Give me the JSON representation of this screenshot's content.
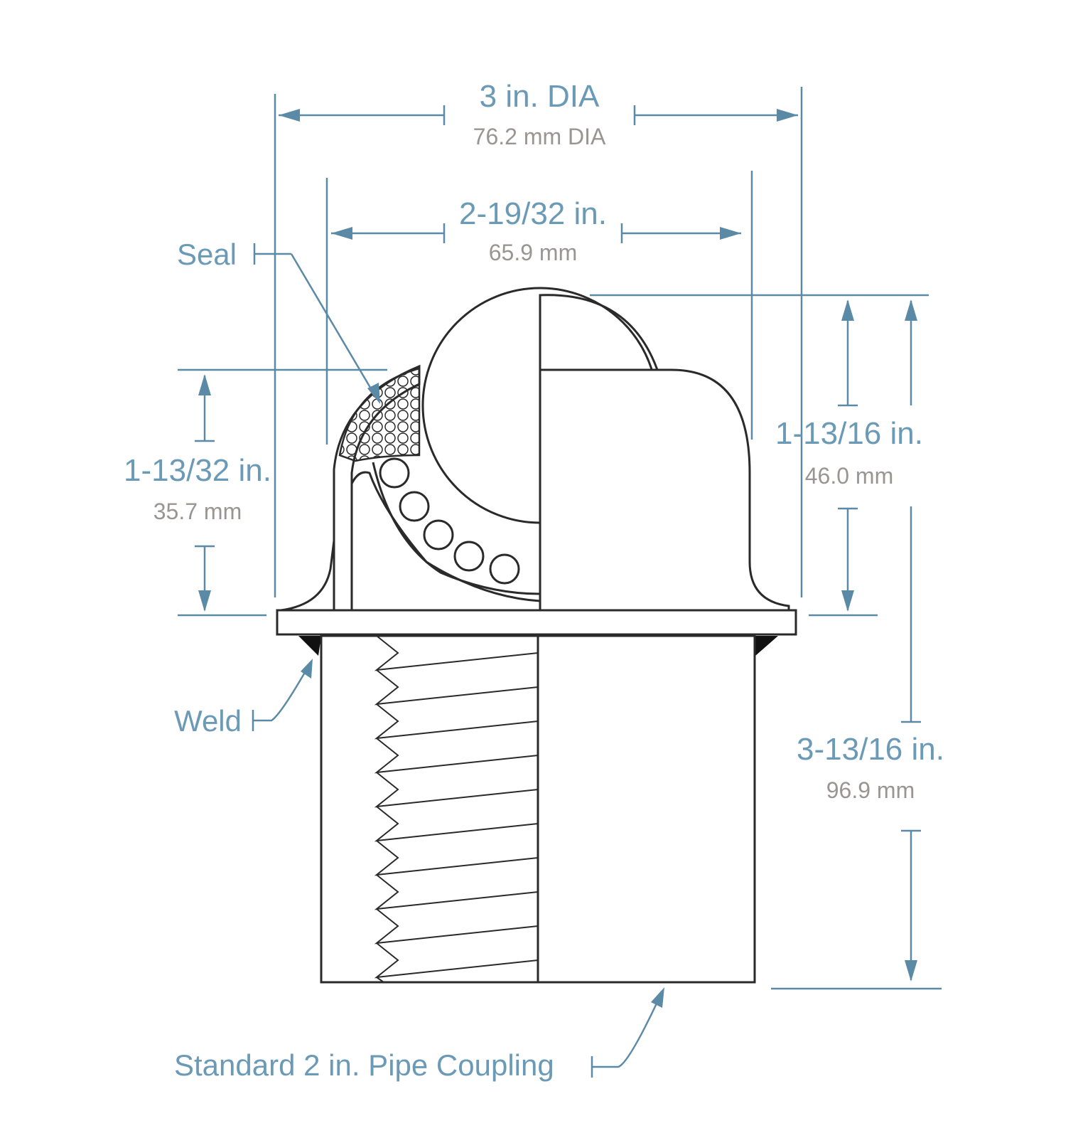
{
  "dimensions": {
    "overall_diameter": {
      "imperial": "3 in. DIA",
      "metric": "76.2 mm DIA"
    },
    "housing_width": {
      "imperial": "2-19/32 in.",
      "metric": "65.9 mm"
    },
    "seal_height": {
      "imperial": "1-13/32 in.",
      "metric": "35.7 mm"
    },
    "top_height": {
      "imperial": "1-13/16 in.",
      "metric": "46.0 mm"
    },
    "overall_height": {
      "imperial": "3-13/16 in.",
      "metric": "96.9 mm"
    }
  },
  "callouts": {
    "seal": "Seal",
    "weld": "Weld",
    "coupling": "Standard 2 in. Pipe Coupling"
  },
  "colors": {
    "dimension": "#5b8aa6",
    "imperial_text": "#6b9ab6",
    "metric_text": "#9a9592",
    "outline": "#2a2a2a"
  }
}
